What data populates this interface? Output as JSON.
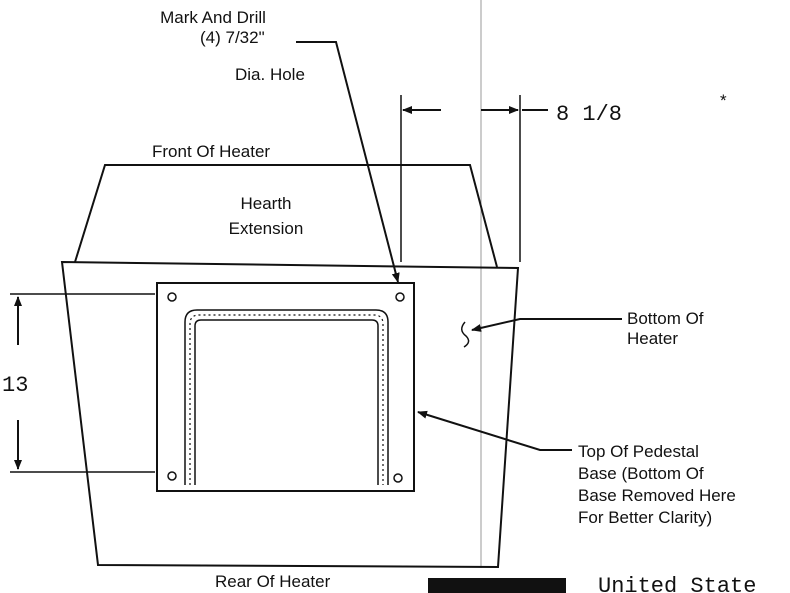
{
  "labels": {
    "drill_line1": "Mark And Drill",
    "drill_line2": "(4) 7/32\"",
    "drill_line3": "Dia. Hole",
    "front": "Front Of Heater",
    "hearth1": "Hearth",
    "hearth2": "Extension",
    "bottom1": "Bottom Of",
    "bottom2": "Heater",
    "top1": "Top Of Pedestal",
    "top2": "Base (Bottom Of",
    "top3": "Base Removed Here",
    "top4": "For Better Clarity)",
    "rear": "Rear Of Heater",
    "footer": "United State"
  },
  "dimensions": {
    "width": "8 1/8",
    "height": "13"
  }
}
